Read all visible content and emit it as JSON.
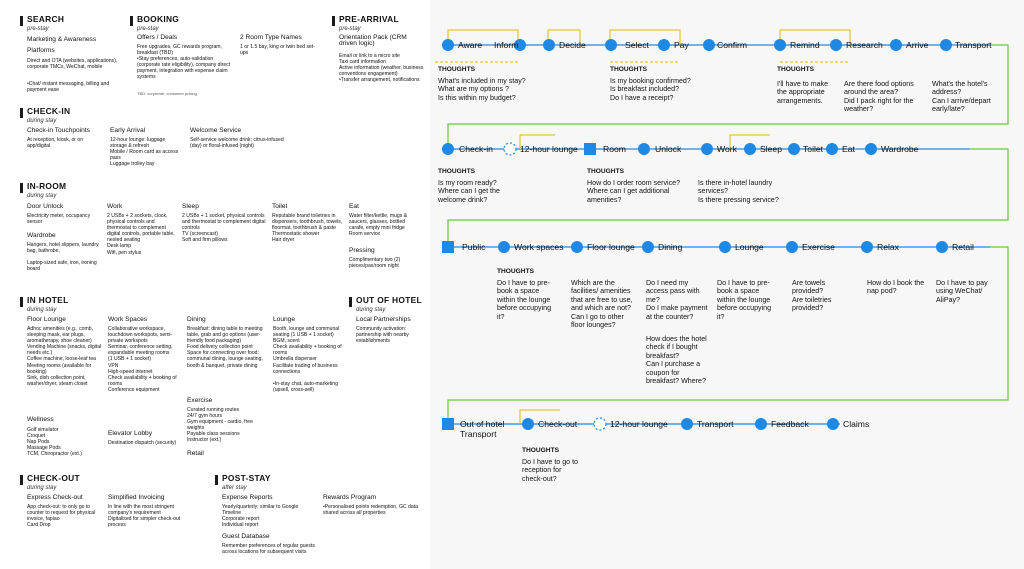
{
  "left": {
    "search": {
      "title": "SEARCH",
      "phase": "pre-stay",
      "items": [
        {
          "heading": "Marketing & Awareness",
          "body": ""
        },
        {
          "heading": "Platforms",
          "body": "Direct and OTA (websites, applications), corporate TMCs, WeChat, mobile"
        },
        {
          "heading": "",
          "body": "•Chat/ instant messaging, billing and payment ease"
        }
      ]
    },
    "booking": {
      "title": "BOOKING",
      "phase": "pre-stay",
      "items": [
        {
          "heading": "Offers / Deals",
          "body": "Free upgrades, GC rewards program, breakfast (TBD)\n•Stay preferences, auto-validation (corporate rate eligibility), company direct payment, integration with expense claim systems"
        },
        {
          "heading": "",
          "body": "TBD: corporate, consumer pricing"
        },
        {
          "heading": "2 Room Type Names",
          "body": "1 or 1.5 bay, king or twin bed set-ups"
        }
      ]
    },
    "prearrival": {
      "title": "PRE-ARRIVAL",
      "phase": "pre-stay",
      "items": [
        {
          "heading": "Orientation Pack (CRM driven logic)",
          "body": "Email or link to a micro site\nTaxi card information\nActive information (weather, business conventions engagement)\n•Transfer arrangement, notifications"
        }
      ]
    },
    "checkin": {
      "title": "CHECK-IN",
      "phase": "during stay",
      "items": [
        {
          "heading": "Check-in Touchpoints",
          "body": "At reception, kiosk, or on app/digital"
        },
        {
          "heading": "Early Arrival",
          "body": "12-hour lounge: luggage storage & refresh\nMobile / Room card as access pass\nLuggage trolley bay"
        },
        {
          "heading": "Welcome Service",
          "body": "Self-service welcome drink; citrus-infused (day) or floral-infused (night)"
        }
      ]
    },
    "inroom": {
      "title": "IN-ROOM",
      "phase": "during stay",
      "items": [
        {
          "heading": "Door Unlock",
          "body": "Electricity meter, occupancy sensor"
        },
        {
          "heading": "Wardrobe",
          "body": "Hangers, hotel slippers, laundry bag, bathrobe,\n\nLaptop-sized safe, iron, ironing board"
        },
        {
          "heading": "Work",
          "body": "2 USBs + 2 sockets, clock, physical controls and thermostat to complement digital controls, portable table, nested seating\nDesk lamp\nWifi, pen stylus"
        },
        {
          "heading": "Sleep",
          "body": "2 USBs + 1 socket, physical controls and thermostat to complement digital controls\nTV (screencast)\nSoft and firm pillows"
        },
        {
          "heading": "Toilet",
          "body": "Reputable brand toiletries in dispensers, toothbrush, towels, floormat, toothbrush & paste\nThermostatic shower\nHair dryer"
        },
        {
          "heading": "Eat",
          "body": "Water filter/kettle, mugs & saucers, glasses, bottled carafe, empty mini fridge\nRoom service"
        },
        {
          "heading": "Pressing",
          "body": "Complimentary two (2) pieces/pax/room night"
        }
      ]
    },
    "inhotel": {
      "title": "IN HOTEL",
      "phase": "during stay",
      "items": [
        {
          "heading": "Floor Lounge",
          "body": "Adhoc amenities (e.g., comb, sleeping mask, ear plugs, aromatherapy, shoe cleaner)\nVending Machine (snacks, digital needs etc.)\nCoffee machine, loose-leaf tea\nMeeting rooms (available for booking)\nSink, dish collection point, washer/dryer, steam closet"
        },
        {
          "heading": "Wellness",
          "body": "Golf simulator\nCroquet\nNap Pods\nMassage Pods\nTCM, Chiropractor (ext.)"
        },
        {
          "heading": "Work Spaces",
          "body": "Collaborative workspace, touchdown workspots, semi-private workspots\nSeminar, conference setting, expandable meeting rooms\n(1 USB + 1 socket)\nVPN\nHigh-speed internet\nCheck availability + booking of rooms\nConference equipment"
        },
        {
          "heading": "Elevator Lobby",
          "body": "Destination dispatch (security)"
        },
        {
          "heading": "Dining",
          "body": "Breakfast: dining table to meeting table, grab and go options (user-friendly food packaging)\nFood delivery collection point\nSpace for connecting over food: communal dining, lounge seating, booth & banquet, private dining"
        },
        {
          "heading": "Exercise",
          "body": "Curated running routes\n24/7 gym hours\nGym equipment - cardio, free weights\nPayable class sessions\nInstructor (ext.)"
        },
        {
          "heading": "Retail",
          "body": ""
        },
        {
          "heading": "Lounge",
          "body": "Booth, lounge and communal seating (1 USB + 1 socket)\nBGM, scent\nCheck availability + booking of rooms\nUmbrella dispenser\nFacilitate trading of business connections\n\n•In-stay chat, auto-marketing (upsell, cross-sell)"
        }
      ]
    },
    "outofhotel": {
      "title": "OUT OF HOTEL",
      "phase": "during stay",
      "items": [
        {
          "heading": "Local Partnerships",
          "body": "Community activation: partnership with nearby establishments"
        }
      ]
    },
    "checkout": {
      "title": "CHECK-OUT",
      "phase": "during stay",
      "items": [
        {
          "heading": "Express Check-out",
          "body": "App check-out: to only go to counter to request for physical invoice, fapiao\nCard Drop"
        },
        {
          "heading": "Simplified Invoicing",
          "body": "In line with the most stringent company's requirement\nDigitalised for simpler check-out process"
        }
      ]
    },
    "poststay": {
      "title": "POST-STAY",
      "phase": "after stay",
      "items": [
        {
          "heading": "Expense Reports",
          "body": "Yearly/quarterly; similar to Google Timeline\nCorporate report\nIndividual report"
        },
        {
          "heading": "Guest Database",
          "body": "Remember preferences of regular guests across locations for subsequent visits"
        },
        {
          "heading": "Rewards Program",
          "body": "•Personalised points redemption, GC data shared across all properties"
        }
      ]
    }
  },
  "journey": {
    "row1": [
      "Aware",
      "Inform",
      "Decide",
      "Select",
      "Pay",
      "Confirm",
      "Remind",
      "Research",
      "Arrive",
      "Transport"
    ],
    "row2": [
      "Check-in",
      "12-hour lounge",
      "Room",
      "Unlock",
      "Work",
      "Sleep",
      "Toilet",
      "Eat",
      "Wardrobe"
    ],
    "row3": [
      "Public",
      "Work spaces",
      "Floor lounge",
      "Dining",
      "Lounge",
      "Exercise",
      "Relax",
      "Retail"
    ],
    "row4": [
      "Out of hotel Transport",
      "Check-out",
      "12-hour lounge",
      "Transport",
      "Feedback",
      "Claims"
    ],
    "thoughts_label": "THOUGHTS",
    "thoughts": {
      "aware": "What's included in my stay?\nWhat are my options ?\nIs this within my budget?",
      "select": "Is my booking confirmed?\nIs breakfast included?\nDo I have a receipt?",
      "remind": "I'll have to make\nthe appropriate\narrangements.",
      "research": "Are there food options\naround the area?\nDid I pack right for the\nweather?",
      "transport": "What's the hotel's\naddress?\nCan I arrive/depart\nearly/late?",
      "checkin": "Is my room ready?\nWhere can I get the\nwelcome drink?",
      "room": "How do I order room service?\nWhere can I get additional\namenities?",
      "eat": "Is there in-hotel laundry\nservices?\nIs there pressing service?",
      "workspaces": "Do I have to pre-\nbook a space\nwithin the lounge\nbefore occupying\nit?",
      "floorlounge": "Which are the\nfacilities/ amenities\nthat are free to use,\nand which are not?\nCan I go to other\nfloor lounges?",
      "dining": "Do I need my\naccess pass with\nme?\nDo I make payment\nat the counter?",
      "dining2": "How does the hotel\ncheck if I bought\nbreakfast?\nCan I purchase a\ncoupon for\nbreakfast? Where?",
      "lounge": "Do I have to pre-\nbook a space\nwithin the lounge\nbefore occupying\nit?",
      "exercise": "Are towels\nprovided?\nAre toiletries\nprovided?",
      "relax": "How do I book the\nnap pod?",
      "retail": "Do I have to pay\nusing WeChat/\nAliPay?",
      "checkout": "Do I have to go to\nreception for\ncheck-out?"
    },
    "colors": {
      "node": "#1e88e5",
      "line_row": "#1e88e5",
      "connector_green": "#66cc33",
      "connector_yellow": "#e6b800"
    }
  }
}
